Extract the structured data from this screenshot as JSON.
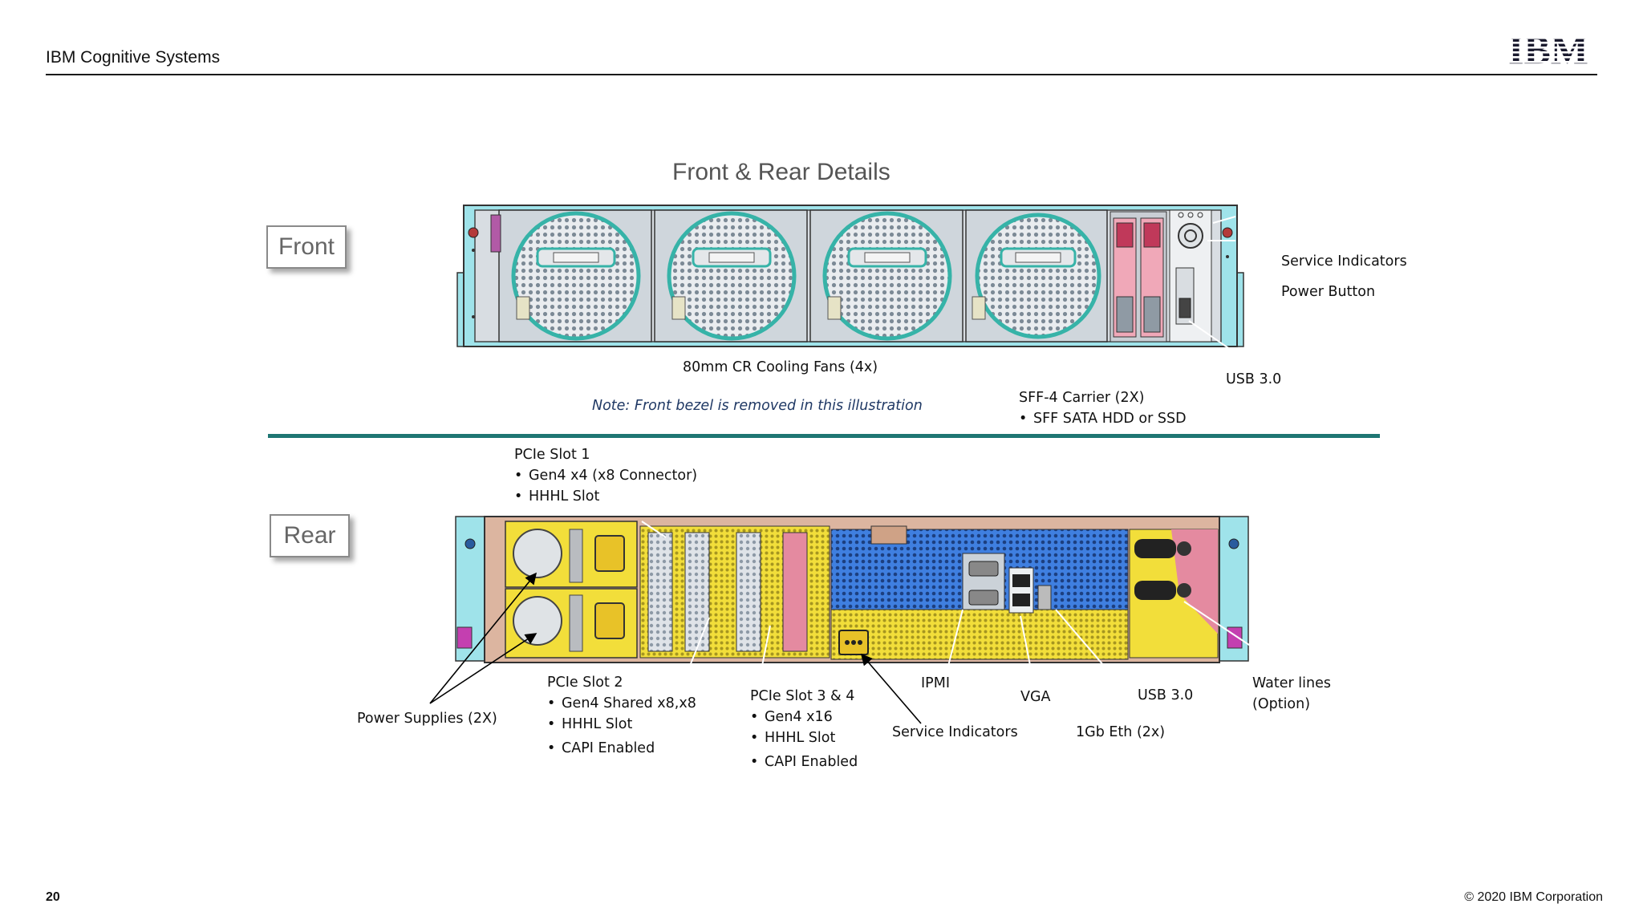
{
  "header": {
    "title": "IBM Cognitive Systems",
    "logo_text": "IBM"
  },
  "slide": {
    "title": "Front & Rear Details",
    "front_tag": "Front",
    "rear_tag": "Rear",
    "note": "Note: Front bezel is removed in this illustration"
  },
  "front_labels": {
    "service_indicators": "Service Indicators",
    "power_button": "Power Button",
    "cooling_fans": "80mm CR Cooling Fans (4x)",
    "usb": "USB 3.0",
    "sff_title": "SFF-4 Carrier (2X)",
    "sff_bullets": [
      "SFF SATA HDD or SSD"
    ]
  },
  "rear_labels": {
    "pcie1_title": "PCIe Slot 1",
    "pcie1_bullets": [
      "Gen4  x4  (x8 Connector)",
      "HHHL Slot"
    ],
    "pcie2_title": "PCIe Slot 2",
    "pcie2_bullets": [
      "Gen4  Shared x8,x8",
      "HHHL Slot",
      "CAPI Enabled"
    ],
    "pcie34_title": "PCIe Slot 3 & 4",
    "pcie34_bullets": [
      "Gen4 x16",
      "HHHL Slot",
      "CAPI Enabled"
    ],
    "power_supplies": "Power Supplies (2X)",
    "ipmi": "IPMI",
    "vga": "VGA",
    "usb": "USB 3.0",
    "service_indicators": "Service Indicators",
    "eth": "1Gb Eth (2x)",
    "water_title": "Water lines",
    "water_option": "(Option)"
  },
  "footer": {
    "page_number": "20",
    "copyright": "© 2020 IBM Corporation"
  },
  "colors": {
    "divider": "#1e7673",
    "note": "#1f3864",
    "chassis_cyan": "#9fe3ea",
    "fan_teal": "#36b3a8",
    "psu_yellow": "#f2de3a",
    "io_blue": "#3f7fe0",
    "drive_pink": "#f0a8b8"
  }
}
